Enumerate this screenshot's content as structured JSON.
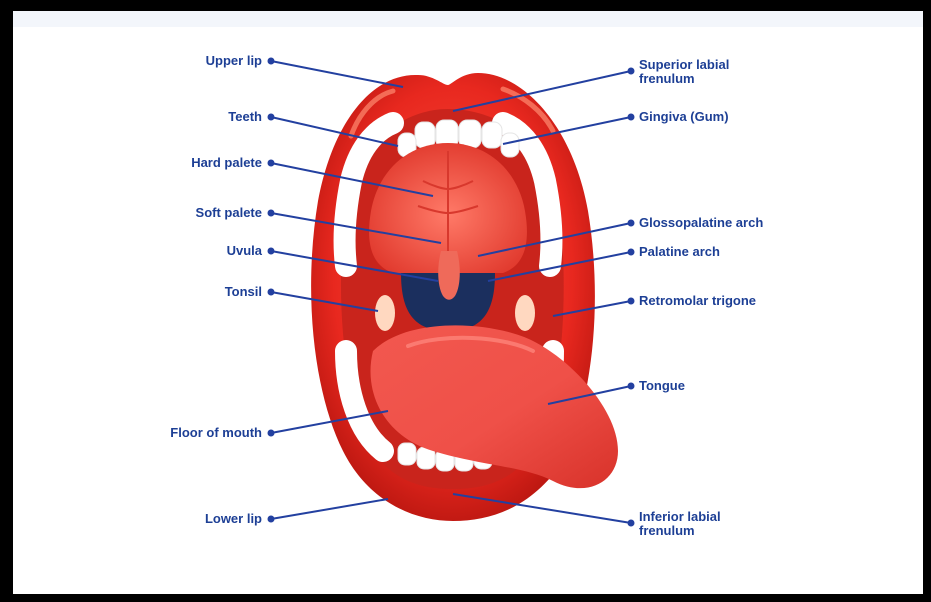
{
  "labels": {
    "upper_lip": "Upper lip",
    "teeth": "Teeth",
    "hard_palate": "Hard palete",
    "soft_palate": "Soft palete",
    "uvula": "Uvula",
    "tonsil": "Tonsil",
    "floor_of_mouth": "Floor of mouth",
    "lower_lip": "Lower lip",
    "superior_labial_frenulum_1": "Superior labial",
    "superior_labial_frenulum_2": "frenulum",
    "gingiva": "Gingiva (Gum)",
    "glossopalatine_arch": "Glossopalatine arch",
    "palatine_arch": "Palatine arch",
    "retromolar_trigone": "Retromolar trigone",
    "tongue": "Tongue",
    "inferior_labial_frenulum_1": "Inferior labial",
    "inferior_labial_frenulum_2": "frenulum"
  },
  "colors": {
    "label_text": "#1d3f95",
    "leader_line": "#2340a0",
    "lip_red": "#e8281f",
    "lip_dark": "#b3140e",
    "mouth_inner": "#d8322a",
    "palate": "#ee5a4c",
    "throat": "#1b2f5e",
    "tongue": "#f04a45",
    "teeth": "#ffffff"
  }
}
